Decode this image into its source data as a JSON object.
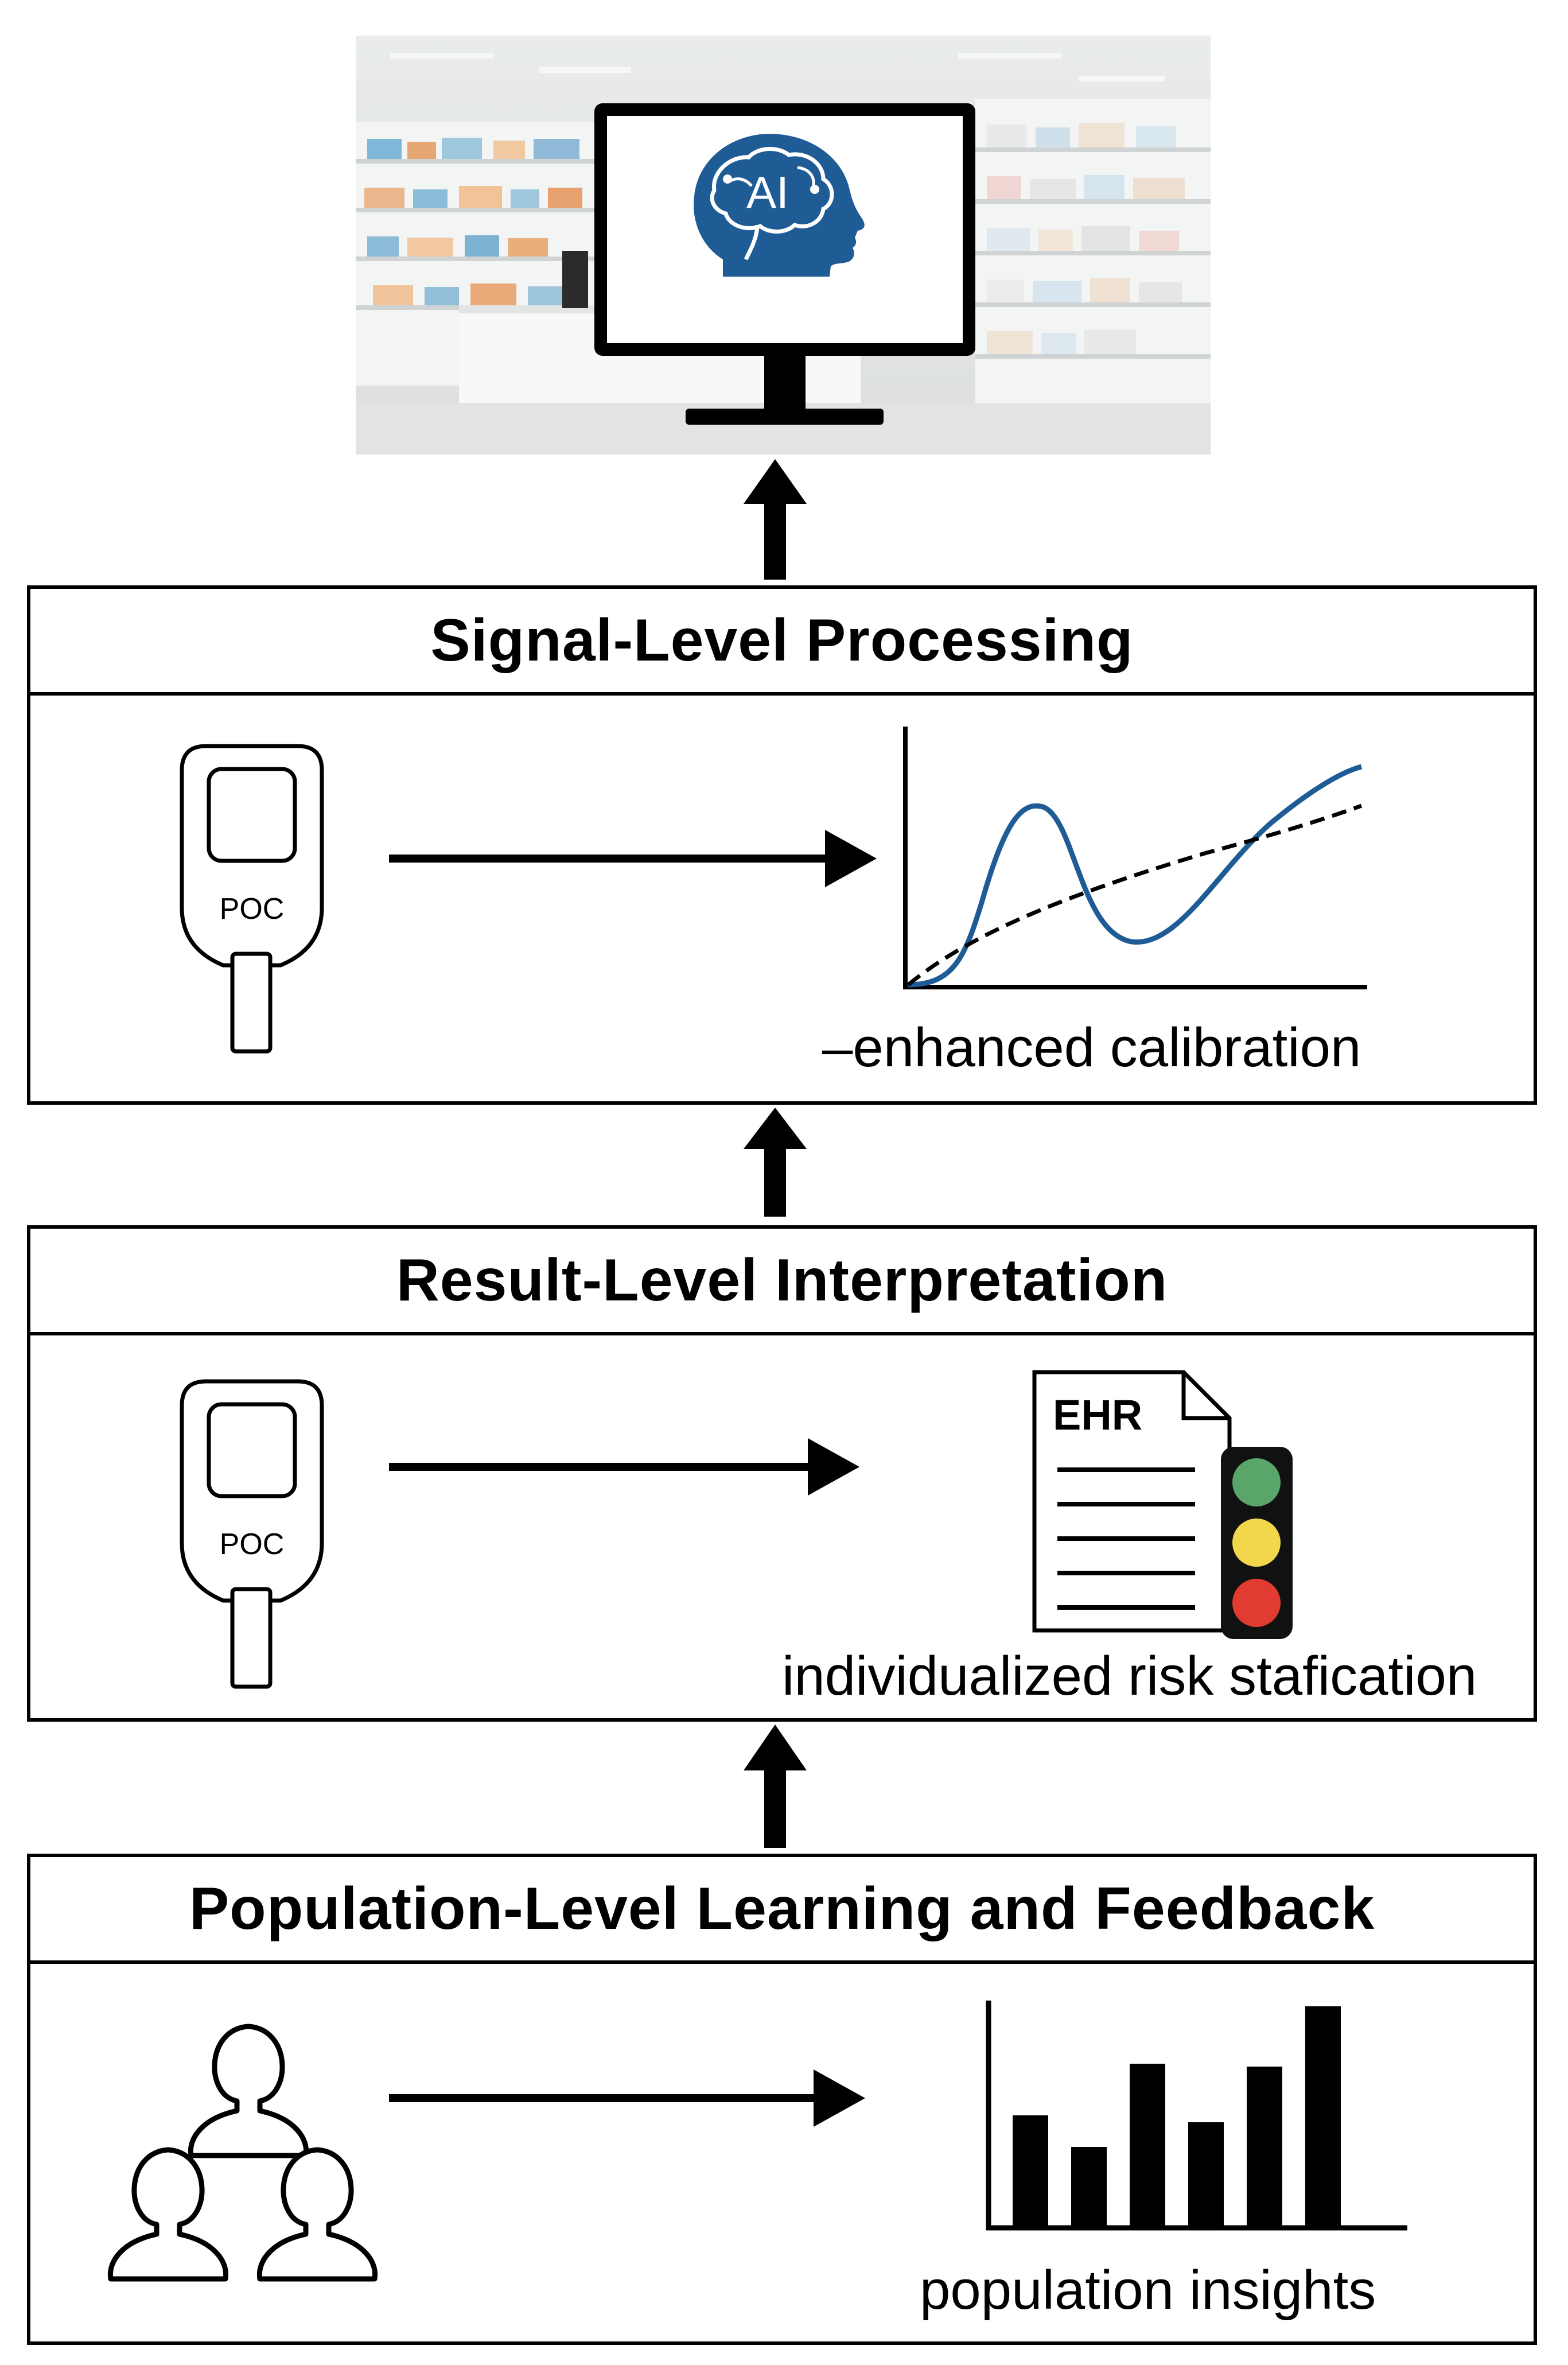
{
  "top_screen": {
    "label": "AI"
  },
  "stages": [
    {
      "title": "Signal-Level Processing",
      "device_label": "POC",
      "caption": "–enhanced calibration"
    },
    {
      "title": "Result-Level Interpretation",
      "device_label": "POC",
      "ehr_label": "EHR",
      "caption": "individualized risk stafication",
      "traffic_light_colors": [
        "#5aa66a",
        "#f2d64b",
        "#e23b32"
      ]
    },
    {
      "title": "Population-Level Learning and Feedback",
      "caption": "population insights"
    }
  ],
  "colors": {
    "ai_blue": "#1f5c96",
    "curve_blue": "#1f5c96"
  }
}
